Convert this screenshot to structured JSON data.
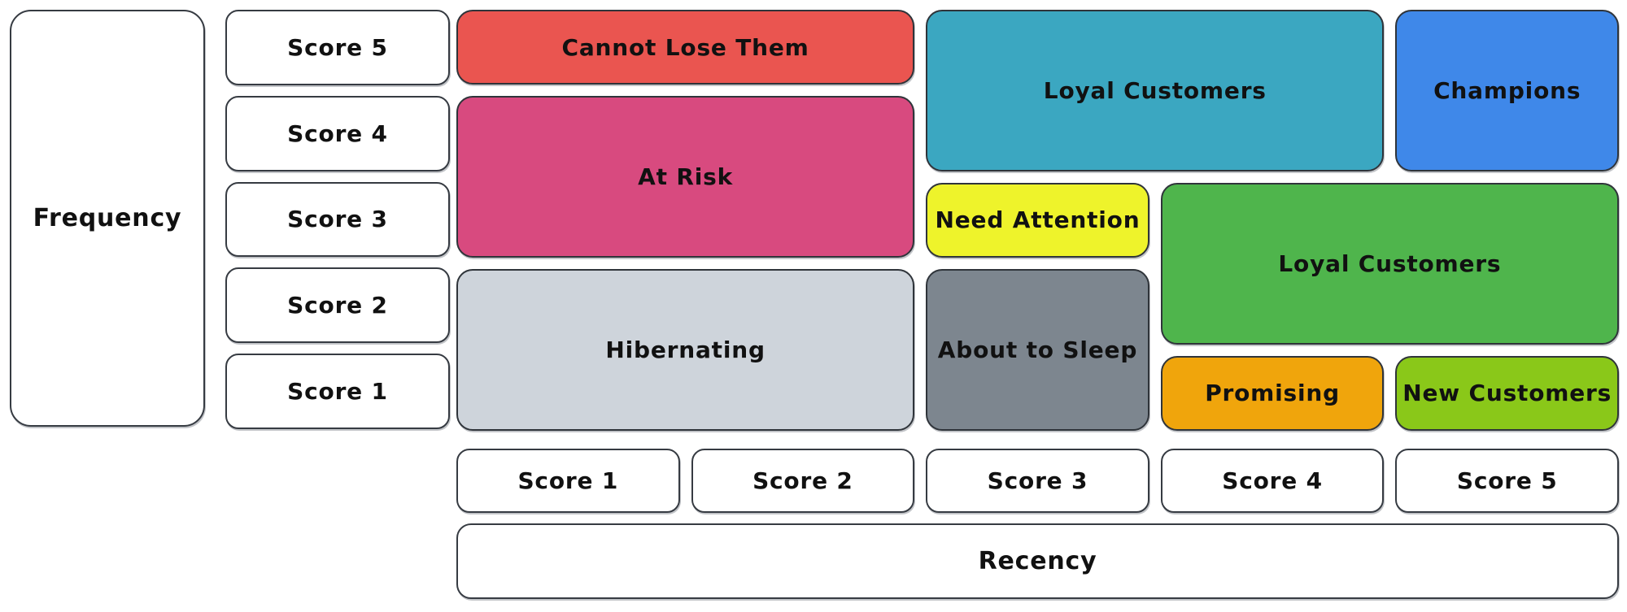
{
  "axes": {
    "frequency_label": "Frequency",
    "recency_label": "Recency"
  },
  "frequency_scores": [
    "Score 5",
    "Score 4",
    "Score 3",
    "Score 2",
    "Score 1"
  ],
  "recency_scores": [
    "Score 1",
    "Score 2",
    "Score 3",
    "Score 4",
    "Score 5"
  ],
  "segments": {
    "cannot_lose_them": {
      "label": "Cannot Lose Them",
      "color": "#ea5550",
      "recency_span": "1-2",
      "frequency_span": "5"
    },
    "at_risk": {
      "label": "At Risk",
      "color": "#d84a7f",
      "recency_span": "1-2",
      "frequency_span": "3-4"
    },
    "hibernating": {
      "label": "Hibernating",
      "color": "#ced4db",
      "recency_span": "1-2",
      "frequency_span": "1-2"
    },
    "loyal_customers_top": {
      "label": "Loyal Customers",
      "color": "#3ba7c1",
      "recency_span": "3-4",
      "frequency_span": "4-5"
    },
    "champions": {
      "label": "Champions",
      "color": "#3f88e9",
      "recency_span": "5",
      "frequency_span": "4-5"
    },
    "need_attention": {
      "label": "Need Attention",
      "color": "#eef32b",
      "recency_span": "3",
      "frequency_span": "3"
    },
    "loyal_customers_right": {
      "label": "Loyal Customers",
      "color": "#4fb54c",
      "recency_span": "4-5",
      "frequency_span": "2-3"
    },
    "about_to_sleep": {
      "label": "About to Sleep",
      "color": "#7d868f",
      "recency_span": "3",
      "frequency_span": "1-2"
    },
    "promising": {
      "label": "Promising",
      "color": "#f0a50c",
      "recency_span": "4",
      "frequency_span": "1"
    },
    "new_customers": {
      "label": "New Customers",
      "color": "#8ac819",
      "recency_span": "5",
      "frequency_span": "1"
    }
  }
}
